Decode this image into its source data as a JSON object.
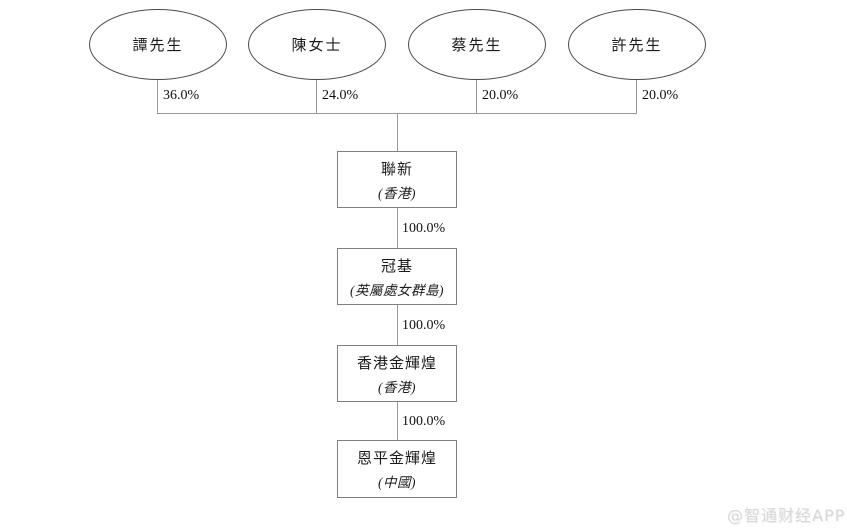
{
  "diagram": {
    "title_hint": "shareholding-structure",
    "shareholders": [
      {
        "name": "譚先生",
        "ownership": "36.0%"
      },
      {
        "name": "陳女士",
        "ownership": "24.0%"
      },
      {
        "name": "蔡先生",
        "ownership": "20.0%"
      },
      {
        "name": "許先生",
        "ownership": "20.0%"
      }
    ],
    "companies": [
      {
        "name": "聯新",
        "jurisdiction": "(香港)",
        "ownership": ""
      },
      {
        "name": "冠基",
        "jurisdiction": "(英屬處女群島)",
        "ownership": "100.0%"
      },
      {
        "name": "香港金輝煌",
        "jurisdiction": "(香港)",
        "ownership": "100.0%"
      },
      {
        "name": "恩平金輝煌",
        "jurisdiction": "(中國)",
        "ownership": "100.0%"
      }
    ],
    "colors": {
      "connector_line": "#999999",
      "box_border": "#7f7f7f",
      "ellipse_border": "#4a4a4a",
      "text": "#1c1c1c",
      "watermark": "#d8d8d8"
    }
  },
  "watermark": {
    "text": "@智通财经APP"
  }
}
